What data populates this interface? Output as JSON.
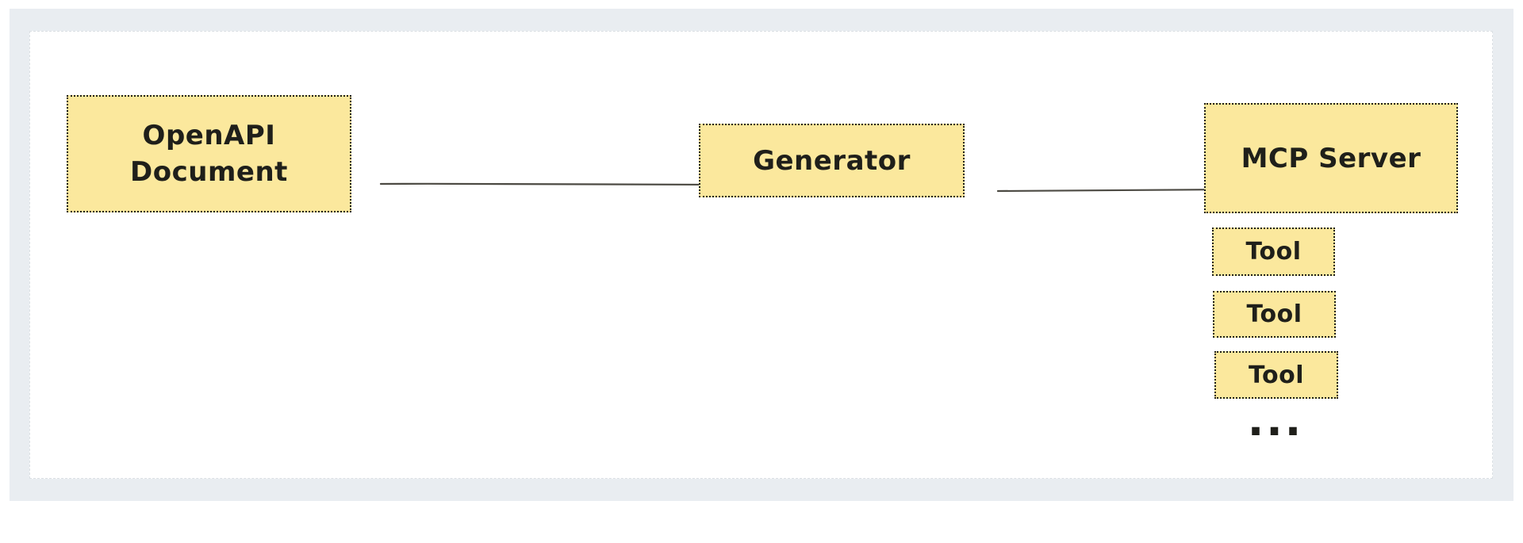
{
  "theme": {
    "frame_bg": "#e9edf1",
    "canvas_bg": "#ffffff",
    "node_fill": "#fbe89d",
    "node_border": "#1f1f1a",
    "text_color": "#1f1f1a",
    "arrow_color": "#4c4a43"
  },
  "diagram": {
    "nodes": {
      "openapi": {
        "label": "OpenAPI\nDocument"
      },
      "generator": {
        "label": "Generator"
      },
      "mcp_server": {
        "label": "MCP Server"
      },
      "tool_1": {
        "label": "Tool"
      },
      "tool_2": {
        "label": "Tool"
      },
      "tool_3": {
        "label": "Tool"
      },
      "more_tools": {
        "label": "..."
      }
    },
    "edges": [
      {
        "from": "openapi",
        "to": "generator"
      },
      {
        "from": "generator",
        "to": "mcp_server"
      }
    ]
  }
}
